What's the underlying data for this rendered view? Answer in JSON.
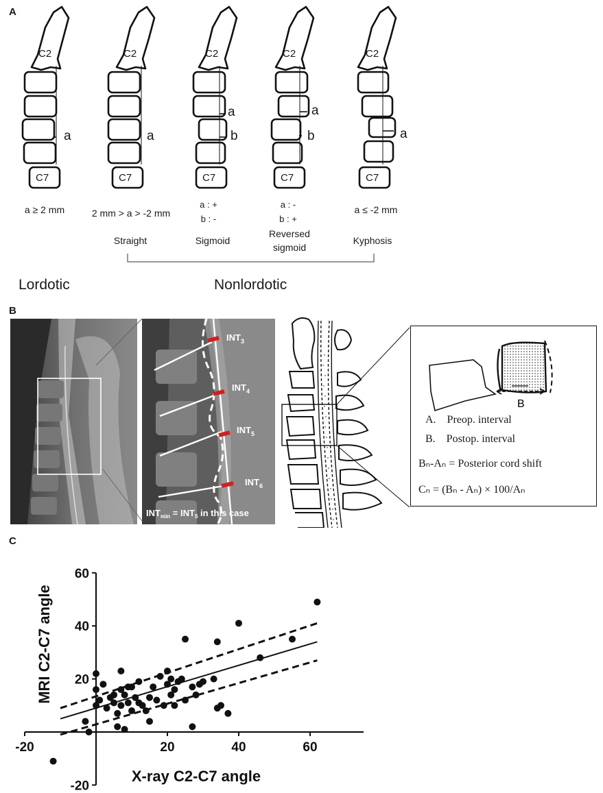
{
  "panels": {
    "a": "A",
    "b": "B",
    "c": "C"
  },
  "panel_a": {
    "vertebra_top": "C2",
    "vertebra_bottom": "C7",
    "measure_a": "a",
    "measure_b": "b",
    "columns": [
      {
        "criteria_line1": "a ≥ 2 mm",
        "criteria_line2": "",
        "name_line1": "",
        "name_line2": ""
      },
      {
        "criteria_line1": "2 mm > a > -2 mm",
        "criteria_line2": "",
        "name_line1": "Straight",
        "name_line2": ""
      },
      {
        "criteria_line1": "a : +",
        "criteria_line2": "b : -",
        "name_line1": "Sigmoid",
        "name_line2": ""
      },
      {
        "criteria_line1": "a : -",
        "criteria_line2": "b : +",
        "name_line1": "Reversed",
        "name_line2": "sigmoid"
      },
      {
        "criteria_line1": "a ≤ -2 mm",
        "criteria_line2": "",
        "name_line1": "Kyphosis",
        "name_line2": ""
      }
    ],
    "group_lordotic": "Lordotic",
    "group_nonlordotic": "Nonlordotic"
  },
  "panel_b": {
    "int_prefix": "INT",
    "int_labels": [
      "3",
      "4",
      "5",
      "6"
    ],
    "int_min_text": "INT",
    "int_min_sub": "min",
    "int_min_eq": " = INT",
    "int_min_eq_sub": "5",
    "int_min_tail": " in this case",
    "inset_B": "B",
    "legend_A": "A.    Preop. interval",
    "legend_B": "B.    Postop. interval",
    "formula1": "Bₙ-Aₙ = Posterior cord shift",
    "formula2": "Cₙ = (Bₙ - Aₙ) × 100/Aₙ"
  },
  "chart_data": {
    "type": "scatter",
    "xlabel": "X-ray C2-C7 angle",
    "ylabel": "MRI C2-C7 angle",
    "xlim": [
      -20,
      75
    ],
    "ylim": [
      -20,
      60
    ],
    "xticks": [
      -20,
      20,
      40,
      60
    ],
    "yticks": [
      -20,
      20,
      40,
      60
    ],
    "x": [
      -12,
      -3,
      -2,
      0,
      0,
      0,
      1,
      2,
      3,
      4,
      5,
      5,
      6,
      6,
      7,
      7,
      7,
      8,
      8,
      9,
      9,
      10,
      10,
      11,
      12,
      12,
      13,
      14,
      15,
      15,
      16,
      17,
      18,
      19,
      20,
      20,
      21,
      21,
      22,
      22,
      23,
      24,
      25,
      25,
      27,
      27,
      28,
      29,
      30,
      33,
      34,
      34,
      35,
      37,
      40,
      46,
      55,
      62
    ],
    "y": [
      -11,
      4,
      0,
      10,
      16,
      22,
      12,
      18,
      9,
      13,
      11,
      14,
      2,
      7,
      10,
      16,
      23,
      1,
      14,
      11,
      17,
      8,
      17,
      13,
      19,
      11,
      10,
      8,
      4,
      13,
      17,
      12,
      21,
      10,
      18,
      23,
      14,
      20,
      16,
      10,
      19,
      20,
      12,
      35,
      2,
      17,
      14,
      18,
      19,
      20,
      9,
      34,
      10,
      7,
      41,
      28,
      35,
      49
    ],
    "fit": {
      "x": [
        -10,
        62
      ],
      "y": [
        5,
        34
      ]
    },
    "ci_upper": {
      "x": [
        -10,
        62
      ],
      "y": [
        9,
        41
      ]
    },
    "ci_lower": {
      "x": [
        -10,
        62
      ],
      "y": [
        -1,
        27
      ]
    }
  }
}
